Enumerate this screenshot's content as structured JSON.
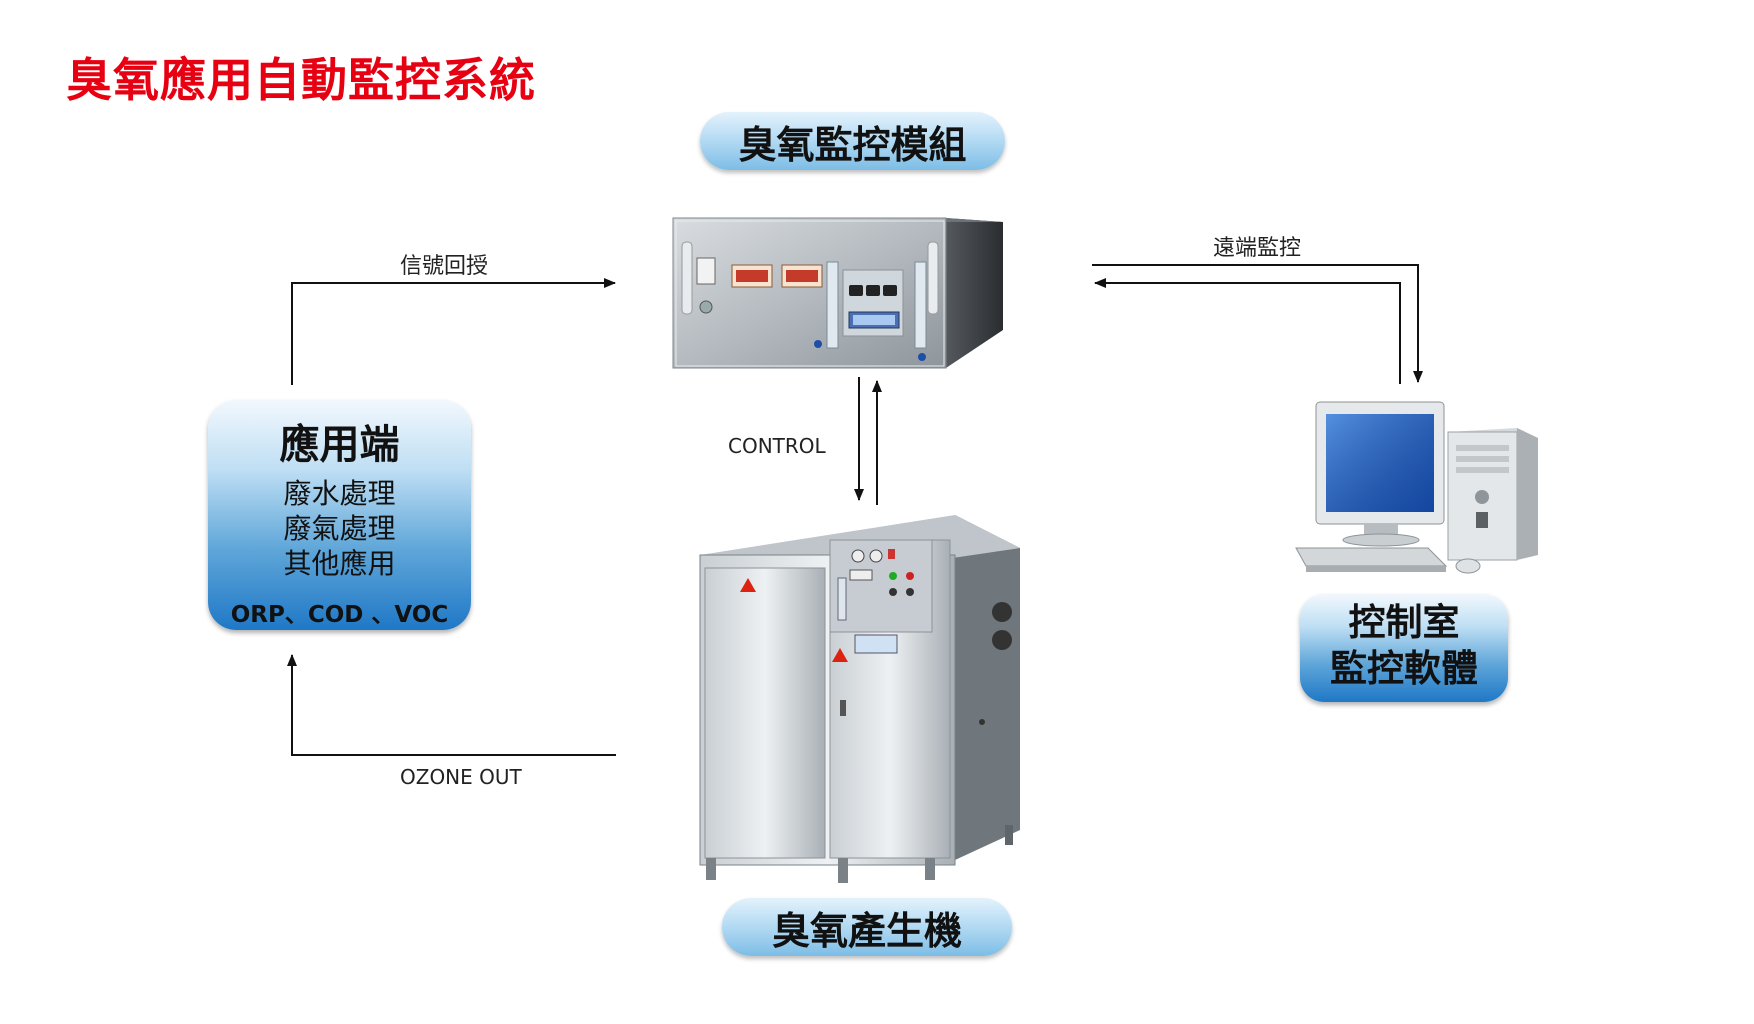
{
  "title": "臭氧應用自動監控系統",
  "nodes": {
    "monitor_module": "臭氧監控模組",
    "generator": "臭氧產生機",
    "application": {
      "heading": "應用端",
      "lines": [
        "廢水處理",
        "廢氣處理",
        "其他應用"
      ],
      "metrics": "ORP、COD 、VOC"
    },
    "control_room": [
      "控制室",
      "監控軟體"
    ]
  },
  "edges": {
    "feedback": "信號回授",
    "remote": "遠端監控",
    "control": "CONTROL",
    "ozone_out": "OZONE OUT"
  }
}
